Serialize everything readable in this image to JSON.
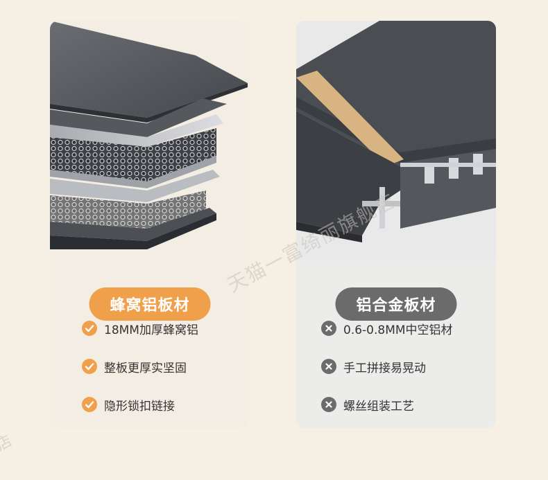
{
  "left_card": {
    "title": "蜂窝铝板材",
    "features": [
      {
        "text": "18MM加厚蜂窝铝",
        "icon": "check-icon"
      },
      {
        "text": "整板更厚实坚固",
        "icon": "check-icon"
      },
      {
        "text": "隐形锁扣链接",
        "icon": "check-icon"
      }
    ],
    "accent": "#f0a04a"
  },
  "right_card": {
    "title": "铝合金板材",
    "features": [
      {
        "text": "0.6-0.8MM中空铝材",
        "icon": "cross-icon"
      },
      {
        "text": "手工拼接易晃动",
        "icon": "cross-icon"
      },
      {
        "text": "螺丝组装工艺",
        "icon": "cross-icon"
      }
    ],
    "accent": "#6b6b6b"
  },
  "watermark": "天猫一富绮丽旗舰店",
  "watermark_edge": "店"
}
